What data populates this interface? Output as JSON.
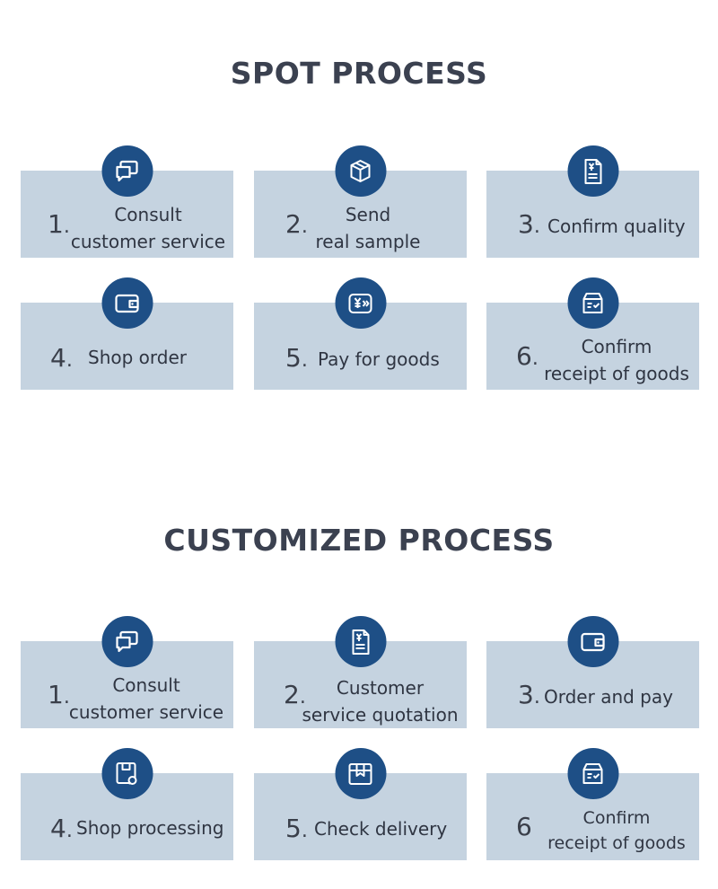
{
  "spot": {
    "title": "SPOT PROCESS",
    "steps": [
      {
        "num": "1",
        "dot": ".",
        "line1": "Consult",
        "line2": "customer service",
        "icon": "chat-icon"
      },
      {
        "num": "2",
        "dot": ".",
        "line1": "Send",
        "line2": "real sample",
        "icon": "package-box-icon"
      },
      {
        "num": "3",
        "dot": ".",
        "line1": "Confirm quality",
        "line2": "",
        "icon": "yuan-document-icon"
      },
      {
        "num": "4",
        "dot": ".",
        "line1": "Shop order",
        "line2": "",
        "icon": "wallet-icon"
      },
      {
        "num": "5",
        "dot": ".",
        "line1": "Pay for goods",
        "line2": "",
        "icon": "yuan-payment-icon"
      },
      {
        "num": "6",
        "dot": ".",
        "line1": "Confirm",
        "line2": "receipt of goods",
        "icon": "receipt-box-icon"
      }
    ]
  },
  "customized": {
    "title": "CUSTOMIZED PROCESS",
    "steps": [
      {
        "num": "1",
        "dot": ".",
        "line1": "Consult",
        "line2": "customer service",
        "icon": "chat-icon"
      },
      {
        "num": "2",
        "dot": ".",
        "line1": "Customer",
        "line2": "service quotation",
        "icon": "yuan-document-icon"
      },
      {
        "num": "3",
        "dot": ".",
        "line1": "Order and pay",
        "line2": "",
        "icon": "wallet-icon"
      },
      {
        "num": "4",
        "dot": ".",
        "line1": "Shop processing",
        "line2": "",
        "icon": "box-search-icon"
      },
      {
        "num": "5",
        "dot": ".",
        "line1": "Check delivery",
        "line2": "",
        "icon": "delivery-box-icon"
      },
      {
        "num": "6",
        "dot": "",
        "line1": "Confirm",
        "line2": "receipt of goods",
        "icon": "receipt-box-icon"
      }
    ]
  },
  "colors": {
    "card_bg": "#c5d3e0",
    "icon_bg": "#1e4f86",
    "title": "#3b4150"
  }
}
